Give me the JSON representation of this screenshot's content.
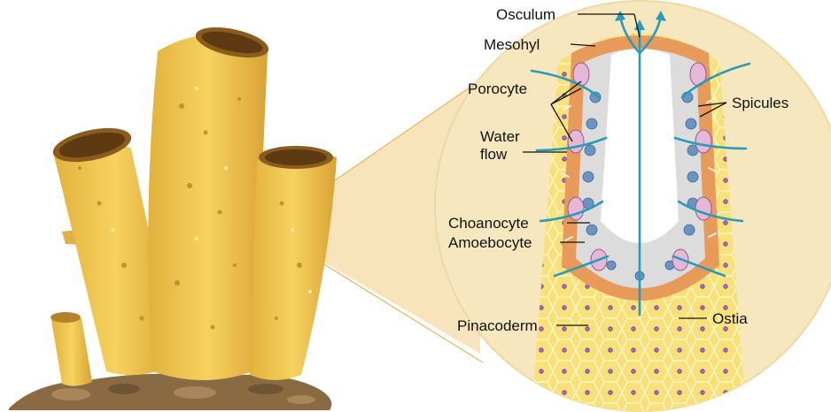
{
  "labels": {
    "osculum": "Osculum",
    "mesohyl": "Mesohyl",
    "porocyte": "Porocyte",
    "water_flow_line1": "Water",
    "water_flow_line2": "flow",
    "spicules": "Spicules",
    "choanocyte": "Choanocyte",
    "amoebocyte": "Amoebocyte",
    "pinacoderm": "Pinacoderm",
    "ostia": "Ostia"
  },
  "colors": {
    "sponge_body": "#f2c94c",
    "sponge_shadow": "#d9a93a",
    "zoom_circle": "#f6e7bf",
    "wall_outer": "#f6dc6a",
    "mesohyl": "#e89a5a",
    "inner_cavity": "#ffffff",
    "water_arrow": "#2a9bb8",
    "ground": "#8a6a43"
  },
  "icons": [
    "sponge-colony",
    "zoom-cone",
    "cross-section",
    "water-flow-arrow",
    "choanocyte-cell",
    "porocyte-cell",
    "spicule"
  ]
}
